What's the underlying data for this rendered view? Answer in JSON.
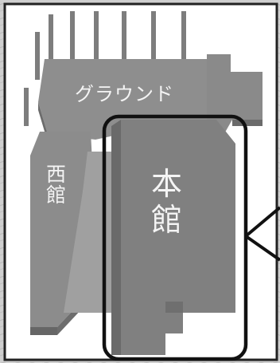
{
  "map": {
    "ground_label": "グラウンド",
    "west_building_label": "西館",
    "main_building_label": "本館"
  },
  "colors": {
    "building_top": "#8a8a8a",
    "building_side": "#6f6f6f",
    "building_front": "#7a7a7a",
    "highlight_border": "#111111",
    "outer_border": "#222222",
    "label_text": "#f4f4f4"
  }
}
